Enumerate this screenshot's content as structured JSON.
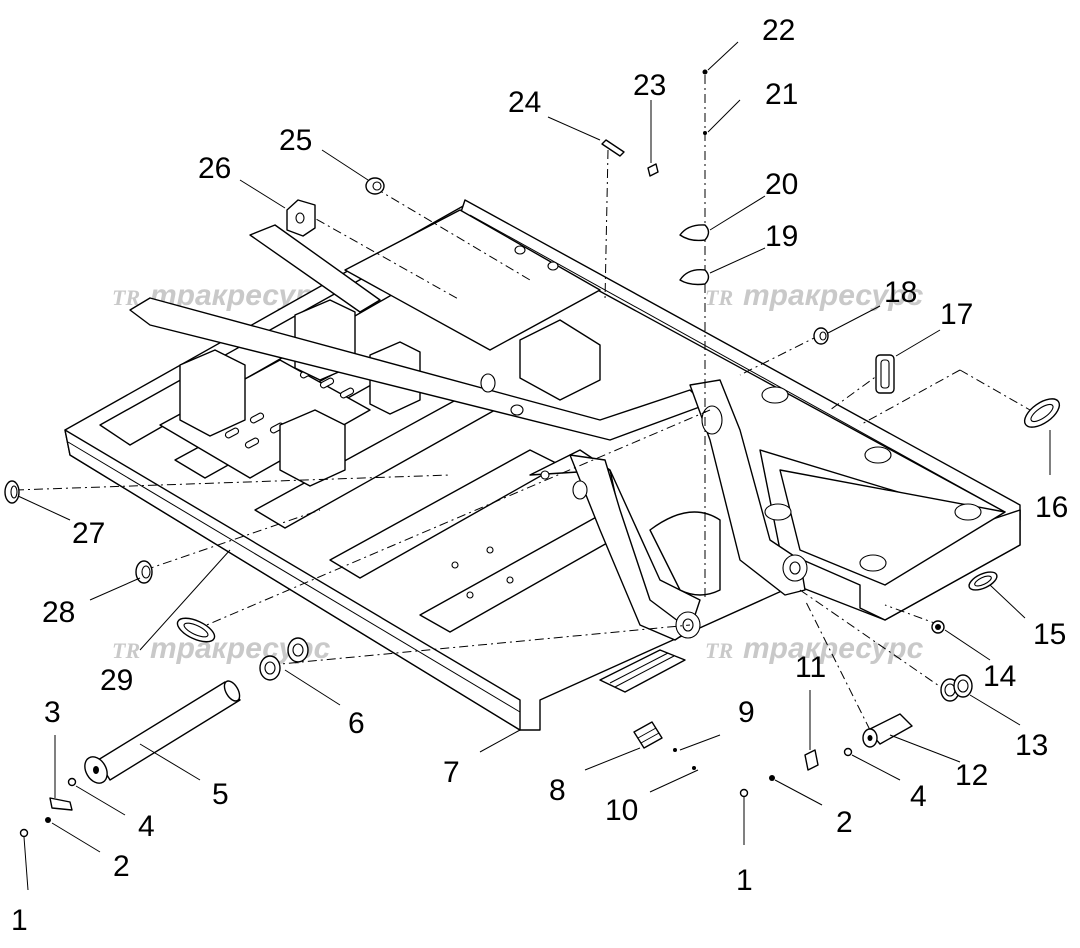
{
  "watermark": {
    "logo": "TR",
    "text": "тракресурс"
  },
  "callouts": [
    "1",
    "1",
    "2",
    "2",
    "3",
    "4",
    "4",
    "5",
    "6",
    "7",
    "8",
    "9",
    "10",
    "11",
    "12",
    "13",
    "14",
    "15",
    "16",
    "17",
    "18",
    "19",
    "20",
    "21",
    "22",
    "23",
    "24",
    "25",
    "26",
    "27",
    "28",
    "29"
  ]
}
